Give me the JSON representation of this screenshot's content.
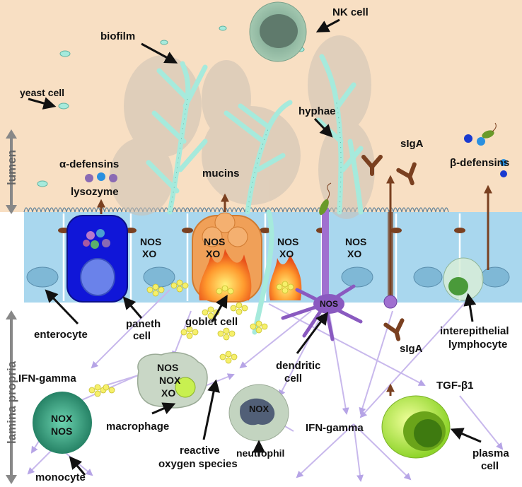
{
  "regions": {
    "lumen": "lumen",
    "lamina_propria": "lamina propria"
  },
  "labels": {
    "nk_cell": "NK cell",
    "biofilm": "biofilm",
    "yeast_cell": "yeast cell",
    "hyphae": "hyphae",
    "alpha_defensins": "α-defensins",
    "lysozyme": "lysozyme",
    "mucins": "mucins",
    "siga_top": "sIgA",
    "siga_bottom": "sIgA",
    "beta_defensins": "β-defensins",
    "enterocyte": "enterocyte",
    "paneth_line1": "paneth",
    "paneth_line2": "cell",
    "goblet_cell": "goblet cell",
    "dendritic_line1": "dendritic",
    "dendritic_line2": "cell",
    "iel_line1": "interepithelial",
    "iel_line2": "lymphocyte",
    "ifn_gamma_left": "IFN-gamma",
    "ifn_gamma_right": "IFN-gamma",
    "tgf_beta": "TGF-β1",
    "macrophage": "macrophage",
    "monocyte": "monocyte",
    "ros_line1": "reactive",
    "ros_line2": "oxygen species",
    "neutrophil": "neutrophil",
    "plasma_line1": "plasma",
    "plasma_line2": "cell"
  },
  "cell_text": {
    "nos1": "NOS",
    "xo1": "XO",
    "nos2": "NOS",
    "xo2": "XO",
    "nos3": "NOS",
    "xo3": "XO",
    "nos4": "NOS",
    "xo4": "XO",
    "dendritic_nos": "NOS",
    "macrophage_nos": "NOS",
    "macrophage_nox": "NOX",
    "macrophage_xo": "XO",
    "monocyte_nox": "NOX",
    "monocyte_nos": "NOS",
    "neutrophil_nox": "NOX"
  },
  "colors": {
    "lumen_bg": "#f8dfc3",
    "epithelium": "#a9d7ee",
    "paneth": "#1016d8",
    "goblet": "#f0a058",
    "hyphae": "#a6eadc",
    "siga": "#7a4020",
    "arrow_purple": "#c8b8ec"
  }
}
